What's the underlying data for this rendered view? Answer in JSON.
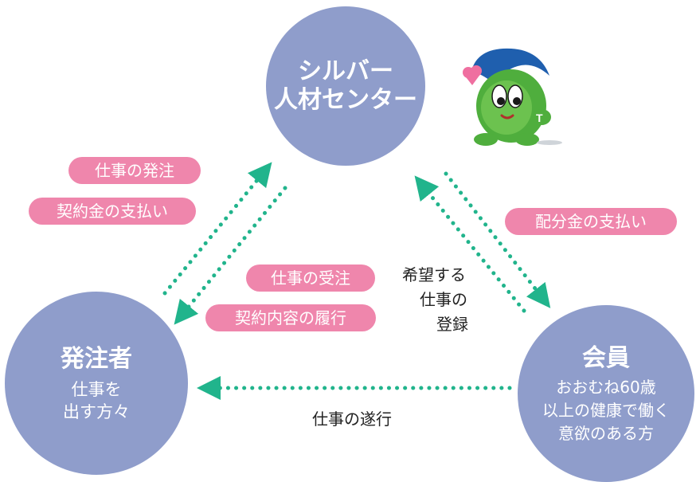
{
  "colors": {
    "node": "#8f9dcb",
    "pill": "#ef86ac",
    "arrow": "#21b48c",
    "text": "#222222"
  },
  "center_node": {
    "title_line1": "シルバー",
    "title_line2": "人材センター"
  },
  "left_node": {
    "title": "発注者",
    "sub_line1": "仕事を",
    "sub_line2": "出す方々"
  },
  "right_node": {
    "title": "会員",
    "sub_line1": "おおむね60歳",
    "sub_line2": "以上の健康で働く",
    "sub_line3": "意欲のある方"
  },
  "labels": {
    "order_job": "仕事の発注",
    "pay_contract": "契約金の支払い",
    "accept_job": "仕事の受注",
    "perform_contract": "契約内容の履行",
    "pay_distribution": "配分金の支払い",
    "register_line1": "希望する",
    "register_line2": "仕事の",
    "register_line3": "登録",
    "execute_job": "仕事の遂行"
  },
  "mascot": {
    "name": "mascot-character",
    "letter": "T"
  }
}
